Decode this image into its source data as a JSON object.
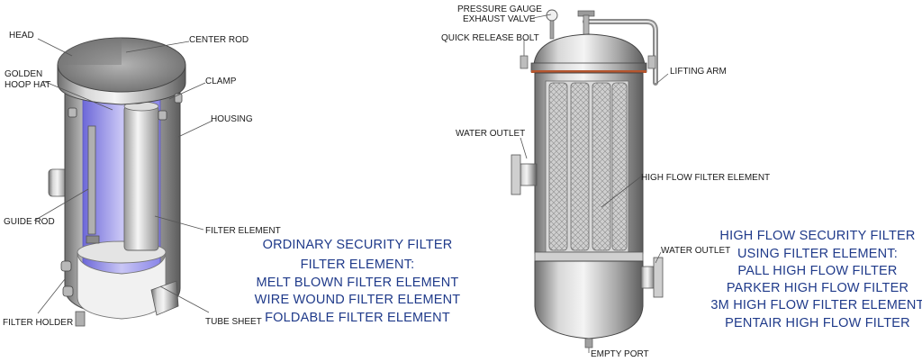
{
  "left_filter": {
    "labels": {
      "head": "HEAD",
      "center_rod": "CENTER ROD",
      "golden_hoop_hat_1": "GOLDEN",
      "golden_hoop_hat_2": "HOOP HAT",
      "clamp": "CLAMP",
      "housing": "HOUSING",
      "guide_rod": "GUIDE ROD",
      "filter_element": "FILTER ELEMENT",
      "filter_holder": "FILTER HOLDER",
      "tube_sheet": "TUBE SHEET"
    },
    "caption": {
      "line1": "ORDINARY SECURITY FILTER",
      "line2": "FILTER ELEMENT:",
      "line3": "MELT BLOWN FILTER ELEMENT",
      "line4": "WIRE WOUND FILTER ELEMENT",
      "line5": "FOLDABLE FILTER ELEMENT"
    }
  },
  "right_filter": {
    "labels": {
      "pressure_gauge": "PRESSURE GAUGE",
      "exhaust_valve": "EXHAUST VALVE",
      "quick_release_bolt": "QUICK RELEASE BOLT",
      "lifting_arm": "LIFTING ARM",
      "water_outlet_top": "WATER OUTLET",
      "high_flow_element": "HIGH FLOW FILTER ELEMENT",
      "water_outlet_bottom": "WATER OUTLET",
      "empty_port": "EMPTY PORT"
    },
    "caption": {
      "line1": "HIGH FLOW SECURITY FILTER",
      "line2": "USING FILTER ELEMENT:",
      "line3": "PALL HIGH FLOW FILTER",
      "line4": "PARKER HIGH FLOW FILTER",
      "line5": "3M HIGH FLOW FILTER ELEMENT",
      "line6": "PENTAIR HIGH FLOW FILTER"
    }
  },
  "colors": {
    "caption_text": "#1f3a8a",
    "label_text": "#1a1a1a",
    "leader_line": "#555555",
    "housing_inner": "#8a86e8",
    "steel_light": "#e6e6e6",
    "steel_dark": "#7a7a7a",
    "flange_accent": "#b5562f"
  }
}
